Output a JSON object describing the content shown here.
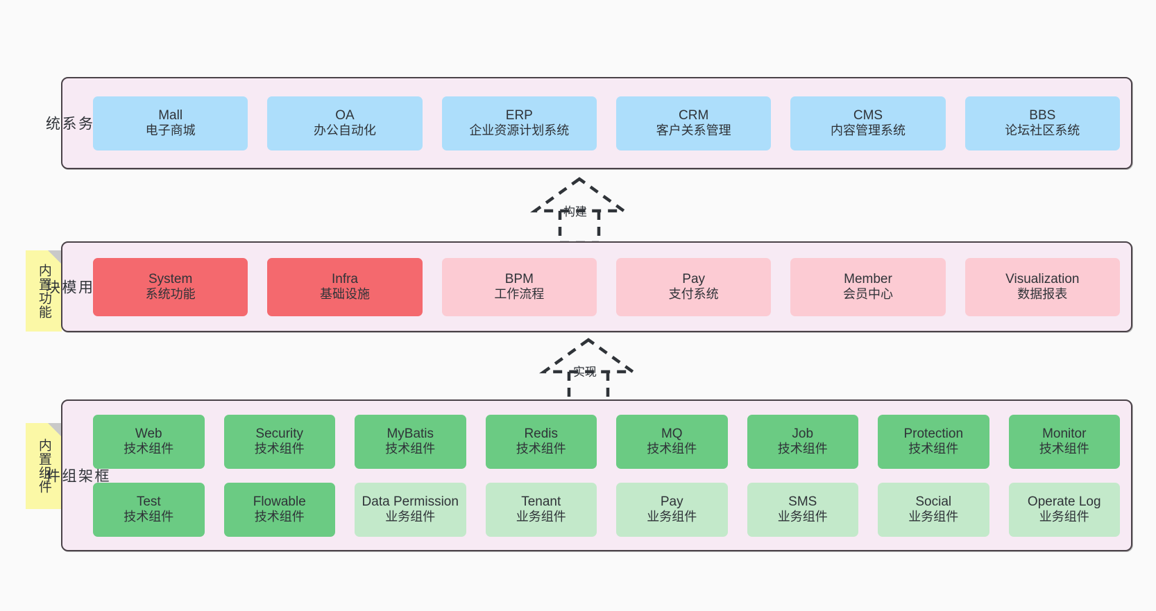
{
  "diagram": {
    "background_color": "#fafafa",
    "layer_fill": "#f7eaf4",
    "layer_border": "#4a4248",
    "sticky_color": "#fbf8a6"
  },
  "layers": [
    {
      "id": "business-system",
      "title": "业\n务\n系\n统",
      "sticky": null,
      "rows": [
        {
          "cards": [
            {
              "en": "Mall",
              "cn": "电子商城",
              "color": "#addefb",
              "tone": "blue"
            },
            {
              "en": "OA",
              "cn": "办公自动化",
              "color": "#addefb",
              "tone": "blue"
            },
            {
              "en": "ERP",
              "cn": "企业资源计划系统",
              "color": "#addefb",
              "tone": "blue"
            },
            {
              "en": "CRM",
              "cn": "客户关系管理",
              "color": "#addefb",
              "tone": "blue"
            },
            {
              "en": "CMS",
              "cn": "内容管理系统",
              "color": "#addefb",
              "tone": "blue"
            },
            {
              "en": "BBS",
              "cn": "论坛社区系统",
              "color": "#addefb",
              "tone": "blue"
            }
          ]
        }
      ]
    },
    {
      "id": "common-module",
      "title": "通\n用\n模\n块",
      "sticky": "内置功能",
      "rows": [
        {
          "cards": [
            {
              "en": "System",
              "cn": "系统功能",
              "color": "#f4696e",
              "tone": "red"
            },
            {
              "en": "Infra",
              "cn": "基础设施",
              "color": "#f4696e",
              "tone": "red"
            },
            {
              "en": "BPM",
              "cn": "工作流程",
              "color": "#fccbd3",
              "tone": "pink"
            },
            {
              "en": "Pay",
              "cn": "支付系统",
              "color": "#fccbd3",
              "tone": "pink"
            },
            {
              "en": "Member",
              "cn": "会员中心",
              "color": "#fccbd3",
              "tone": "pink"
            },
            {
              "en": "Visualization",
              "cn": "数据报表",
              "color": "#fccbd3",
              "tone": "pink"
            }
          ]
        }
      ]
    },
    {
      "id": "framework-component",
      "title": "框\n架\n组\n件",
      "sticky": "内置组件",
      "rows": [
        {
          "cards": [
            {
              "en": "Web",
              "cn": "技术组件",
              "color": "#6bcb83",
              "tone": "green"
            },
            {
              "en": "Security",
              "cn": "技术组件",
              "color": "#6bcb83",
              "tone": "green"
            },
            {
              "en": "MyBatis",
              "cn": "技术组件",
              "color": "#6bcb83",
              "tone": "green"
            },
            {
              "en": "Redis",
              "cn": "技术组件",
              "color": "#6bcb83",
              "tone": "green"
            },
            {
              "en": "MQ",
              "cn": "技术组件",
              "color": "#6bcb83",
              "tone": "green"
            },
            {
              "en": "Job",
              "cn": "技术组件",
              "color": "#6bcb83",
              "tone": "green"
            },
            {
              "en": "Protection",
              "cn": "技术组件",
              "color": "#6bcb83",
              "tone": "green"
            },
            {
              "en": "Monitor",
              "cn": "技术组件",
              "color": "#6bcb83",
              "tone": "green"
            }
          ]
        },
        {
          "cards": [
            {
              "en": "Test",
              "cn": "技术组件",
              "color": "#6bcb83",
              "tone": "green"
            },
            {
              "en": "Flowable",
              "cn": "技术组件",
              "color": "#6bcb83",
              "tone": "green"
            },
            {
              "en": "Data Permission",
              "cn": "业务组件",
              "color": "#c3e9ca",
              "tone": "lightgreen"
            },
            {
              "en": "Tenant",
              "cn": "业务组件",
              "color": "#c3e9ca",
              "tone": "lightgreen"
            },
            {
              "en": "Pay",
              "cn": "业务组件",
              "color": "#c3e9ca",
              "tone": "lightgreen"
            },
            {
              "en": "SMS",
              "cn": "业务组件",
              "color": "#c3e9ca",
              "tone": "lightgreen"
            },
            {
              "en": "Social",
              "cn": "业务组件",
              "color": "#c3e9ca",
              "tone": "lightgreen"
            },
            {
              "en": "Operate Log",
              "cn": "业务组件",
              "color": "#c3e9ca",
              "tone": "lightgreen"
            }
          ]
        }
      ]
    }
  ],
  "connectors": [
    {
      "id": "build",
      "label": "构建",
      "style": "dashed-realization-arrow",
      "direction": "up"
    },
    {
      "id": "realize",
      "label": "实现",
      "style": "dashed-realization-arrow",
      "direction": "up"
    }
  ]
}
